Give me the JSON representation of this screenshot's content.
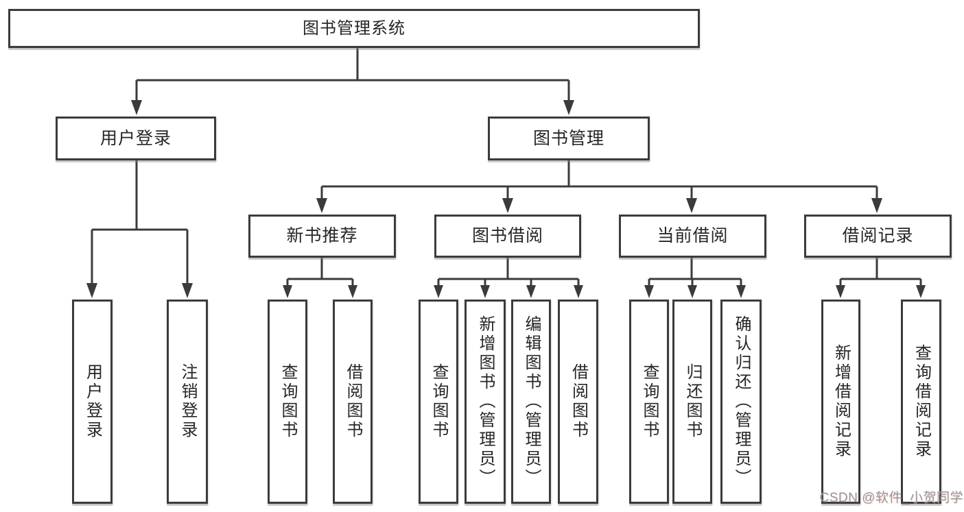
{
  "watermark": {
    "text": "CSDN @软件_小贺同学"
  },
  "colors": {
    "line": "#3b3b3b",
    "border": "#3b3b3b",
    "text": "#262626",
    "background": "#ffffff",
    "watermark_text": "#9d9797"
  },
  "tree": {
    "root": {
      "label": "图书管理系统",
      "children": [
        {
          "label": "用户登录",
          "children": [
            {
              "label": "用户登录"
            },
            {
              "label": "注销登录"
            }
          ]
        },
        {
          "label": "图书管理",
          "children": [
            {
              "label": "新书推荐",
              "children": [
                {
                  "label": "查询图书"
                },
                {
                  "label": "借阅图书"
                }
              ]
            },
            {
              "label": "图书借阅",
              "children": [
                {
                  "label": "查询图书"
                },
                {
                  "label": "新增图书（管理员）"
                },
                {
                  "label": "编辑图书（管理员）"
                },
                {
                  "label": "借阅图书"
                }
              ]
            },
            {
              "label": "当前借阅",
              "children": [
                {
                  "label": "查询图书"
                },
                {
                  "label": "归还图书"
                },
                {
                  "label": "确认归还（管理员）"
                }
              ]
            },
            {
              "label": "借阅记录",
              "children": [
                {
                  "label": "新增借阅记录"
                },
                {
                  "label": "查询借阅记录"
                }
              ]
            }
          ]
        }
      ]
    }
  }
}
